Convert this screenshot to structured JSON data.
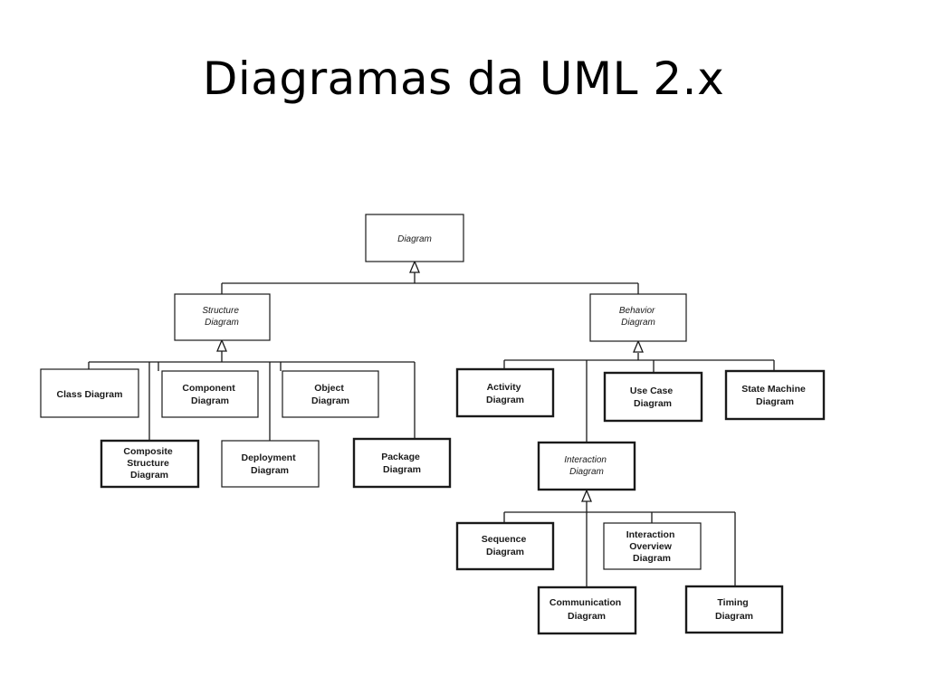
{
  "title": "Diagramas da UML 2.x",
  "diagram": {
    "root": "Diagram",
    "structure": {
      "label": [
        "Structure",
        "Diagram"
      ],
      "children": {
        "class": [
          "Class Diagram"
        ],
        "component": [
          "Component",
          "Diagram"
        ],
        "object": [
          "Object",
          "Diagram"
        ],
        "composite": [
          "Composite",
          "Structure",
          "Diagram"
        ],
        "deployment": [
          "Deployment",
          "Diagram"
        ],
        "package": [
          "Package",
          "Diagram"
        ]
      }
    },
    "behavior": {
      "label": [
        "Behavior",
        "Diagram"
      ],
      "children": {
        "activity": [
          "Activity",
          "Diagram"
        ],
        "usecase": [
          "Use Case",
          "Diagram"
        ],
        "statemachine": [
          "State Machine",
          "Diagram"
        ]
      },
      "interaction": {
        "label": [
          "Interaction",
          "Diagram"
        ],
        "children": {
          "sequence": [
            "Sequence",
            "Diagram"
          ],
          "overview": [
            "Interaction",
            "Overview",
            "Diagram"
          ],
          "communication": [
            "Communication",
            "Diagram"
          ],
          "timing": [
            "Timing",
            "Diagram"
          ]
        }
      }
    }
  }
}
